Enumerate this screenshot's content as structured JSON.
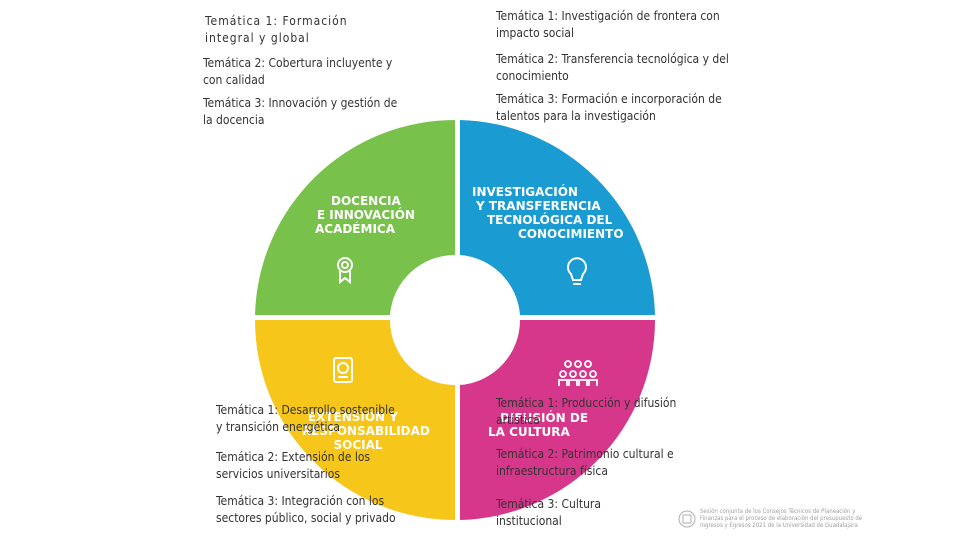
{
  "top_left": {
    "t1": [
      "Temática 1: Formación",
      "integral y global"
    ],
    "t2": [
      "Temática 2: Cobertura incluyente y",
      "con calidad"
    ],
    "t3": [
      "Temática 3: Innovación y gestión de",
      "la docencia"
    ]
  },
  "top_right": {
    "t1": [
      "Temática 1: Investigación de frontera con",
      "impacto social"
    ],
    "t2": [
      "Temática 2: Transferencia tecnológica y del",
      "conocimiento"
    ],
    "t3": [
      "Temática 3: Formación e incorporación de",
      "talentos para la investigación"
    ]
  },
  "bottom_left": {
    "t1": [
      "Temática 1: Desarrollo sostenible",
      "y transición energética"
    ],
    "t2": [
      "Temática 2: Extensión de los",
      "servicios universitarios"
    ],
    "t3": [
      "Temática 3: Integración con los",
      "sectores público, social y privado"
    ]
  },
  "bottom_right": {
    "t1": [
      "Temática 1: Producción y difusión",
      "artística"
    ],
    "t2": [
      "Temática 2: Patrimonio cultural e",
      "infraestructura física"
    ],
    "t3": [
      "Temática 3: Cultura",
      "institucional"
    ]
  },
  "wheel": {
    "docencia": [
      "DOCENCIA",
      "E INNOVACIÓN",
      "ACADÉMICA"
    ],
    "investigacion": [
      "INVESTIGACIÓN",
      "Y TRANSFERENCIA",
      "TECNOLÓGICA DEL",
      "CONOCIMIENTO"
    ],
    "extension": [
      "EXTENSIÓN Y",
      "RESPONSABILIDAD",
      "SOCIAL"
    ],
    "difusion": [
      "DIFUSIÓN DE",
      "LA CULTURA"
    ],
    "colors": {
      "docencia": "#78c14a",
      "investigacion": "#1a9bd2",
      "extension": "#f6c61b",
      "difusion": "#d6378b"
    },
    "icons": [
      "award-icon",
      "lightbulb-icon",
      "passport-icon",
      "people-icon"
    ]
  },
  "footer": {
    "lines": [
      "Sesión conjunta de los Consejos Técnicos de Planeación y",
      "Finanzas para el proceso de elaboración del presupuesto de",
      "Ingresos y Egresos 2021 de la Universidad de Guadalajara"
    ]
  }
}
